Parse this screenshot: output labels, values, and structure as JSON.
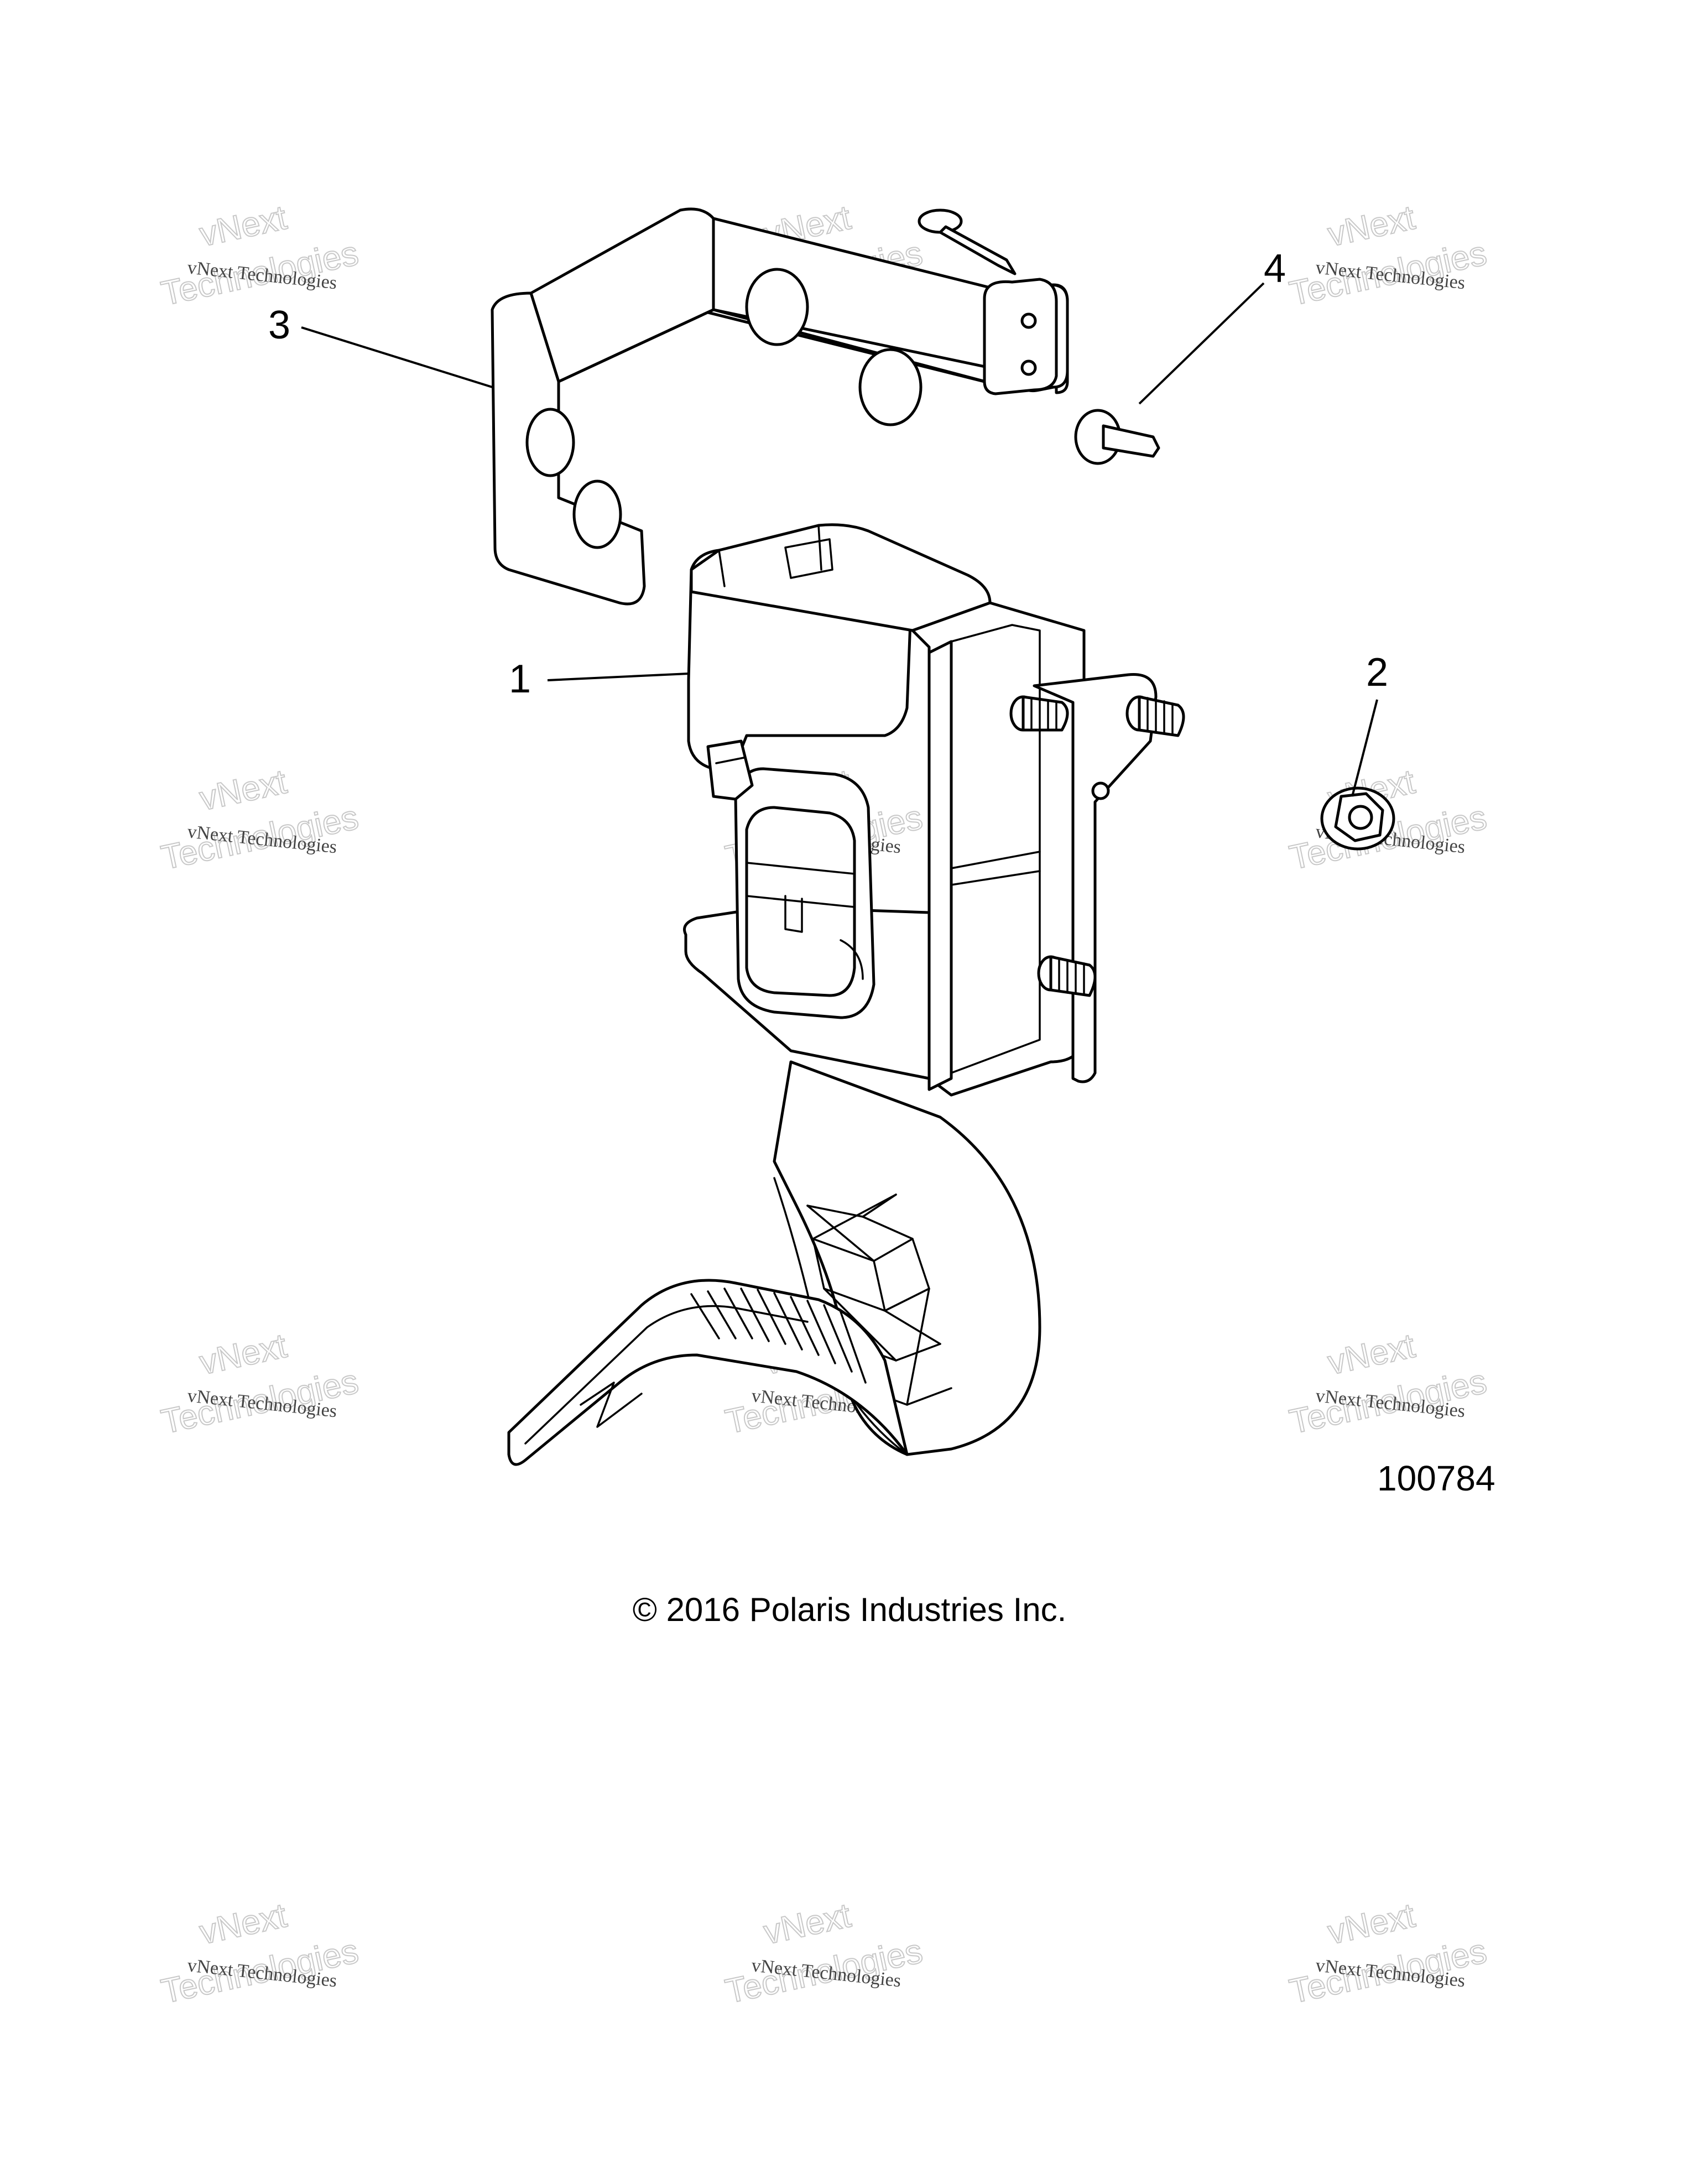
{
  "callouts": {
    "one": "1",
    "two": "2",
    "three": "3",
    "four": "4"
  },
  "figure_number": "100784",
  "copyright": "© 2016 Polaris Industries Inc.",
  "watermark": {
    "line1": "vNext Technologies",
    "line2": "vNext",
    "line3": "Technologies"
  },
  "colors": {
    "line": "#000000",
    "background": "#ffffff",
    "watermark": "#c8c8c8"
  }
}
